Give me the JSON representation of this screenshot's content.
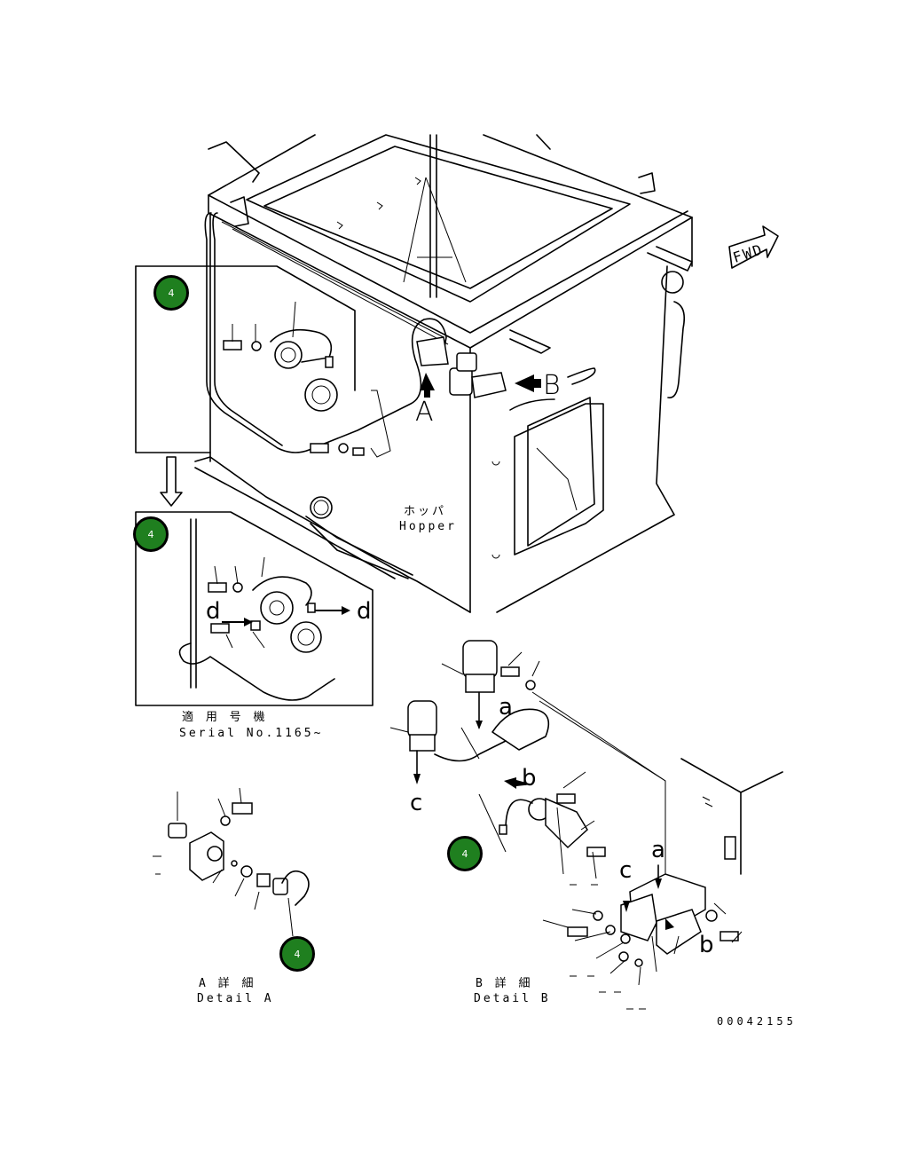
{
  "labels": {
    "A": "A",
    "B": "B",
    "a1": "a",
    "a2": "a",
    "b1": "b",
    "b2": "b",
    "c1": "c",
    "c2": "c",
    "d1": "d",
    "d2": "d",
    "fwd": "FWD",
    "hopper_jp": "ホッパ",
    "hopper_en": "Hopper",
    "serial_jp": "適 用 号 機",
    "serial_en": "Serial No.1165~",
    "detail_a_jp": "A 詳 細",
    "detail_a_en": "Detail A",
    "detail_b_jp": "B 詳 細",
    "detail_b_en": "Detail B",
    "drawing_no": "00042155"
  },
  "badges": [
    "4",
    "4",
    "4",
    "4"
  ],
  "colors": {
    "badge_fill": "#1f7f1f",
    "line": "#000000"
  }
}
